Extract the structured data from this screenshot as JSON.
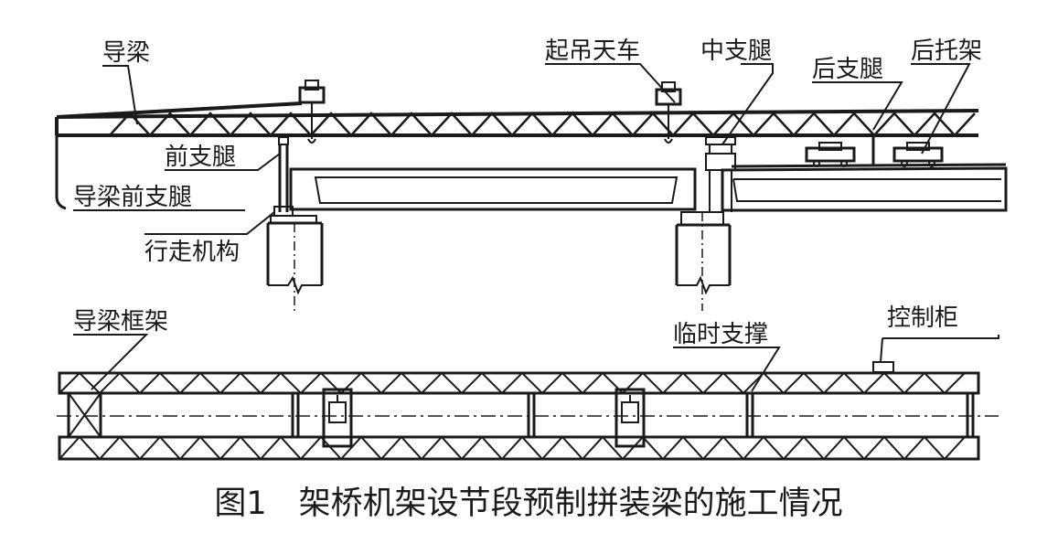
{
  "labels": {
    "guide_beam": "导梁",
    "lifting_crane": "起吊天车",
    "middle_leg": "中支腿",
    "rear_leg": "后支腿",
    "rear_bracket": "后托架",
    "front_leg": "前支腿",
    "guide_beam_front_leg": "导梁前支腿",
    "walking_mechanism": "行走机构",
    "guide_beam_frame": "导梁框架",
    "temporary_support": "临时支撑",
    "control_cabinet": "控制柜"
  },
  "caption": "图1　架桥机架设节段预制拼装梁的施工情况",
  "colors": {
    "line": "#1a1a1a",
    "background": "#ffffff"
  }
}
